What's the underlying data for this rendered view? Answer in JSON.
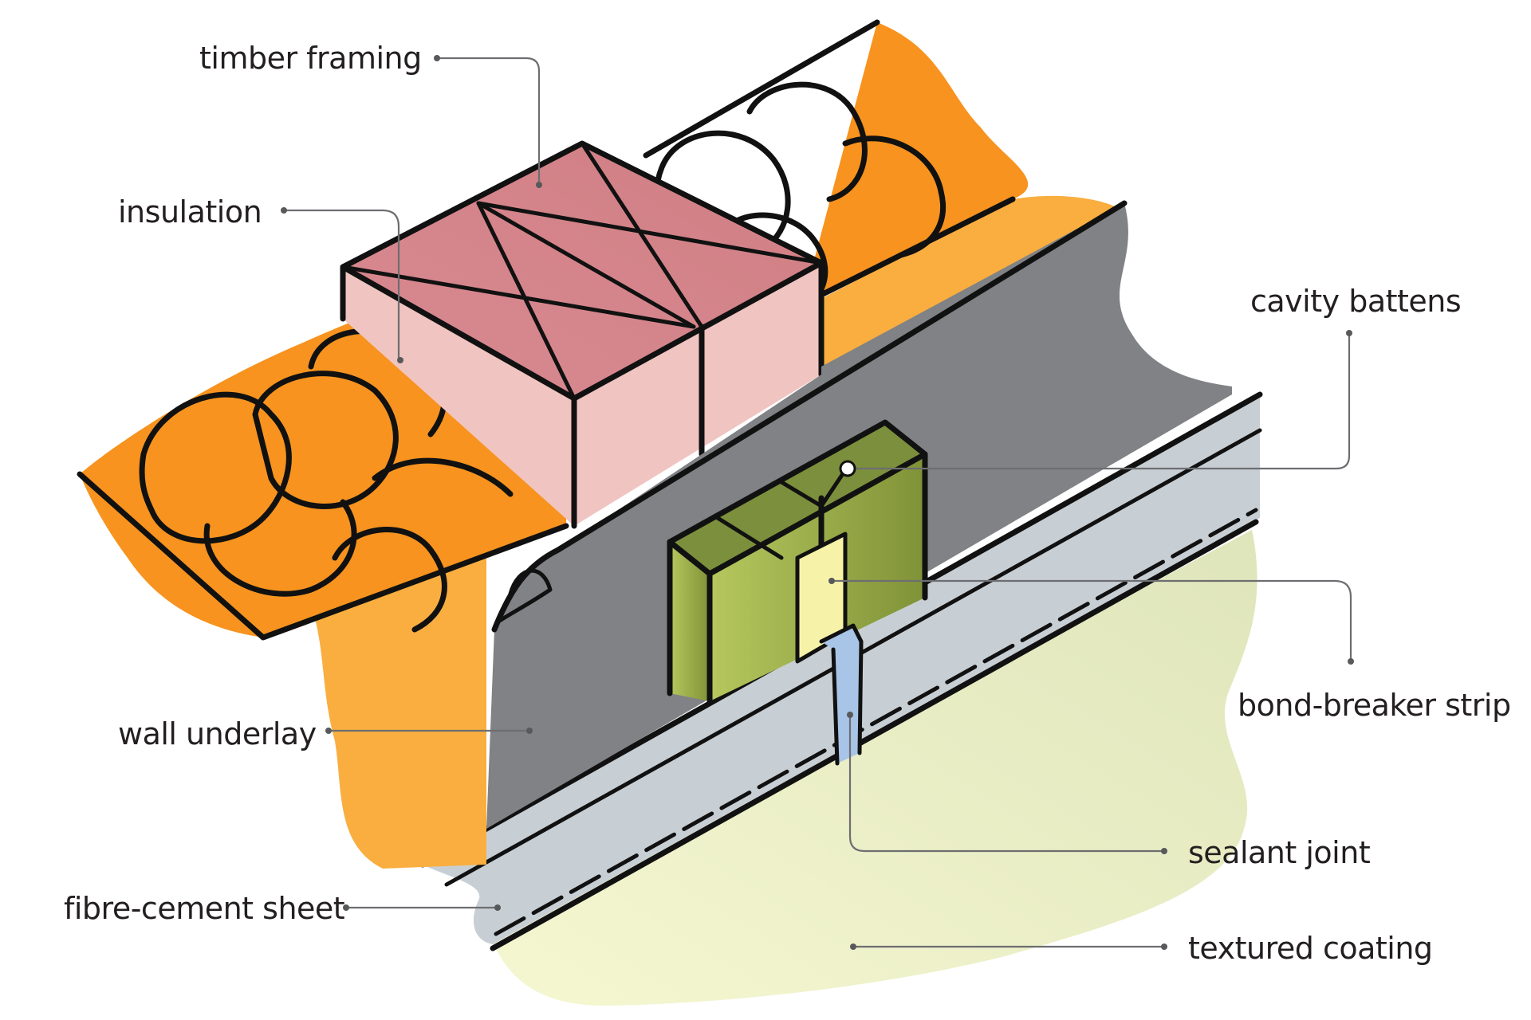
{
  "labels": {
    "timber_framing": "timber framing",
    "insulation": "insulation",
    "cavity_battens": "cavity battens",
    "bond_breaker_strip": "bond-breaker strip",
    "wall_underlay": "wall underlay",
    "sealant_joint": "sealant joint",
    "fibre_cement_sheet": "fibre-cement sheet",
    "textured_coating": "textured coating"
  },
  "colors": {
    "insulation": "#f7931e",
    "insulation_edge": "#f9ae3f",
    "timber_top": "#d4848a",
    "timber_side": "#f0c4c0",
    "underlay": "#808285",
    "batten_top": "#7c8f3c",
    "batten_side": "#a9bf57",
    "bond_breaker": "#f6f3a8",
    "sealant": "#a8c4e6",
    "fibre_cement": "#c8cfd4",
    "coating": "#eef2c7"
  }
}
